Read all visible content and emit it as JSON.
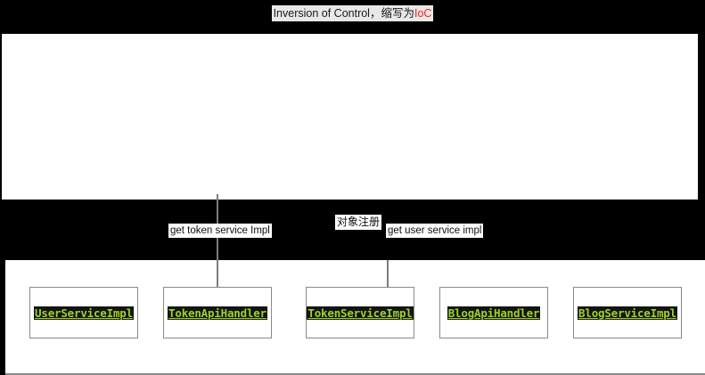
{
  "title": {
    "text_main": "Inversion of Control，缩写为",
    "text_accent": "IoC",
    "accent_color": "#ee2222",
    "highlight_color": "#e8e8e8"
  },
  "band_labels": [
    {
      "id": "get-token",
      "text": "get token service Impl"
    },
    {
      "id": "register",
      "text": "对象注册"
    },
    {
      "id": "get-user",
      "text": "get user service impl"
    }
  ],
  "components": [
    {
      "label": "UserServiceImpl"
    },
    {
      "label": "TokenApiHandler"
    },
    {
      "label": "TokenServiceImpl"
    },
    {
      "label": "BlogApiHandler"
    },
    {
      "label": "BlogServiceImpl"
    }
  ],
  "colors": {
    "background": "#000000",
    "panel": "#ffffff",
    "box_border": "#8a8a8a",
    "connector": "#7d7d7d",
    "code_text": "#9bd423",
    "code_bg": "#141414"
  }
}
